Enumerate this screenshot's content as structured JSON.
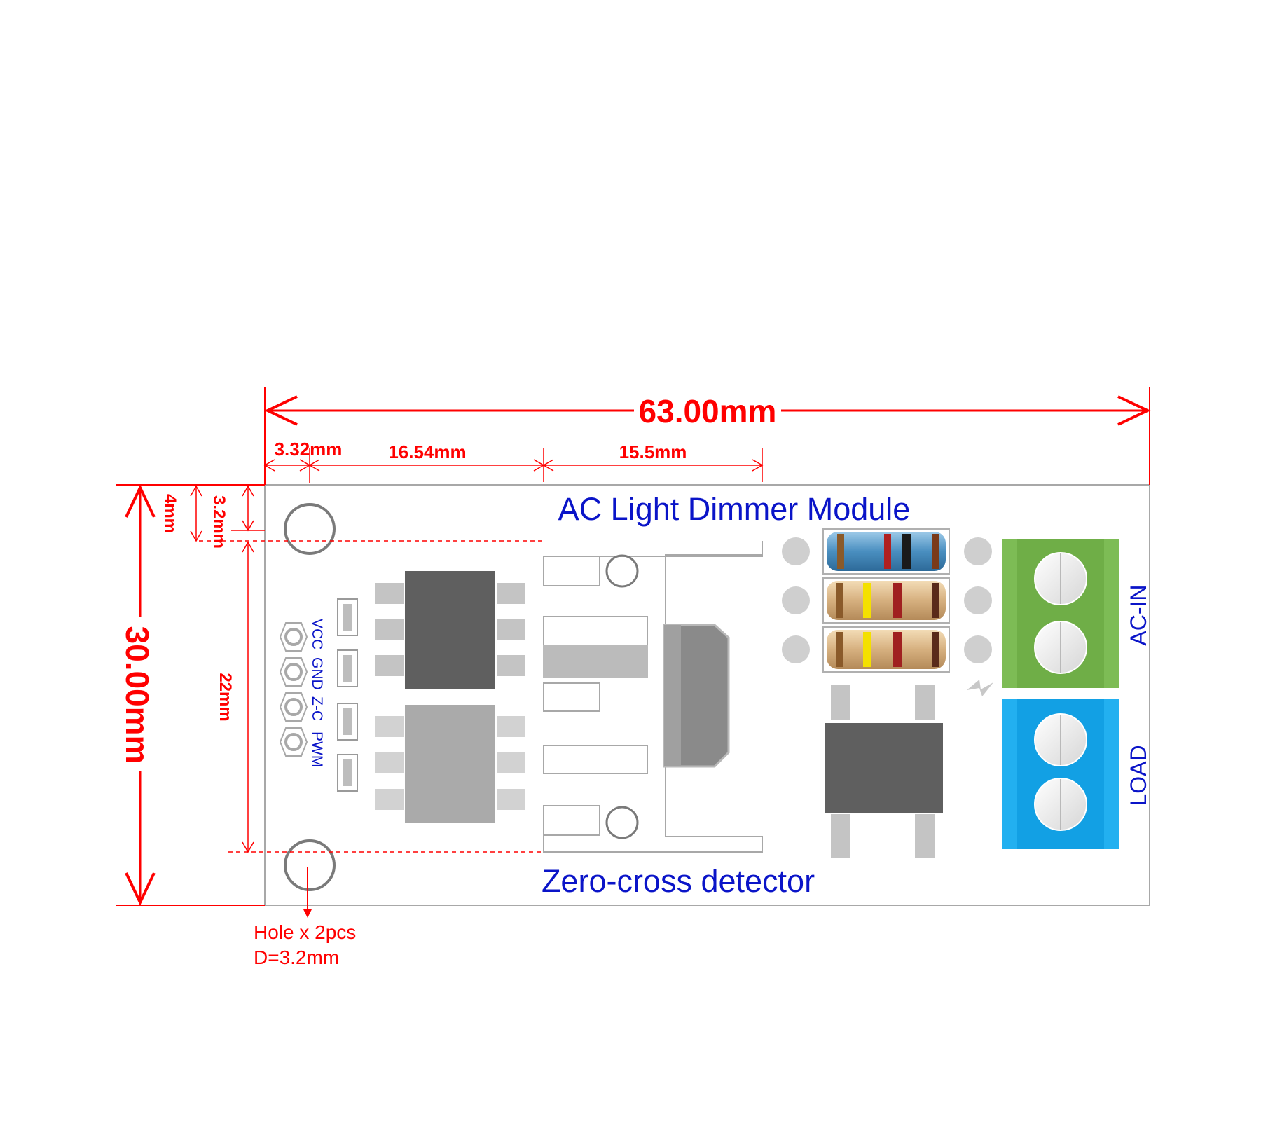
{
  "title": "AC Light Dimmer Module",
  "subtitle": "Zero-cross detector",
  "dimensions": {
    "width_total": "63.00mm",
    "height_total": "30.00mm",
    "hole_offset_x": "3.32mm",
    "span_a": "16.54mm",
    "span_b": "15.5mm",
    "hole_offset_y_outer": "4mm",
    "hole_offset_y_inner": "3.2mm",
    "hole_spacing": "22mm"
  },
  "hole_note": {
    "line1": "Hole x 2pcs",
    "line2": "D=3.2mm"
  },
  "pins": {
    "vcc": "VCC",
    "gnd": "GND",
    "zc": "Z-C",
    "pwm": "PWM"
  },
  "terminals": {
    "ac_in": "AC-IN",
    "load": "LOAD"
  },
  "colors": {
    "dimension": "#ff0000",
    "label_blue": "#0a14c8",
    "terminal_green": "#7dbc55",
    "terminal_blue": "#22b0f0",
    "board_outline": "#a0a0a0",
    "ic_dark": "#5f5f5f",
    "ic_light": "#aaaaaa"
  }
}
